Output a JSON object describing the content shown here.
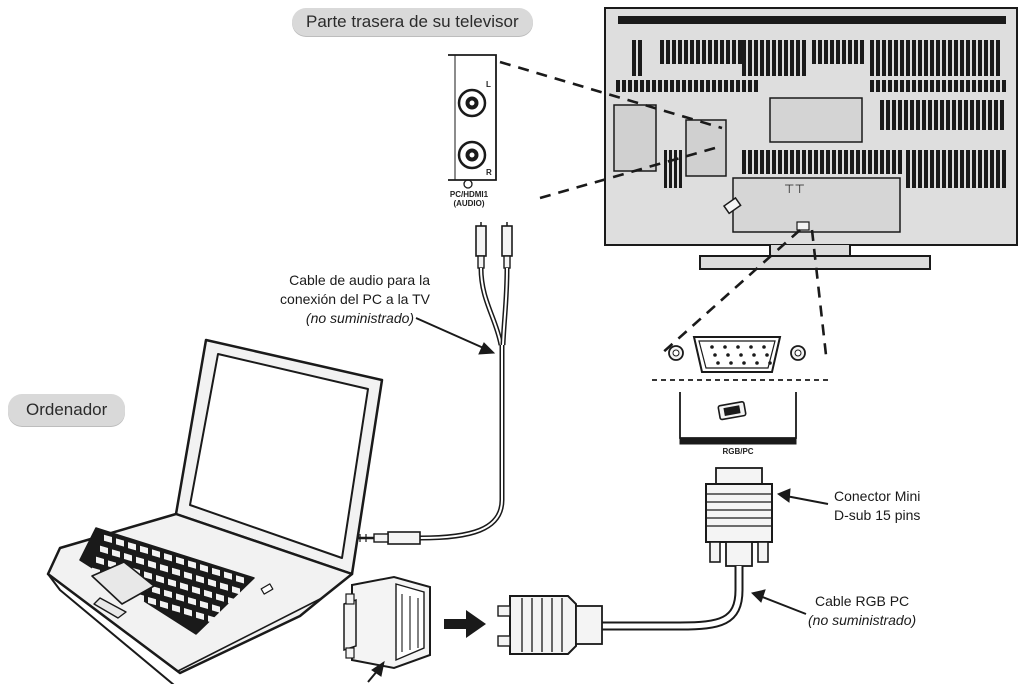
{
  "labels": {
    "tv_back": "Parte trasera de su televisor",
    "computer": "Ordenador"
  },
  "callouts": {
    "audio_cable": {
      "line1": "Cable de audio para la",
      "line2": "conexión del PC a la TV",
      "note": "(no suministrado)"
    },
    "dsub_connector": {
      "line1": "Conector Mini",
      "line2": "D-sub 15 pins"
    },
    "rgb_cable": {
      "line1": "Cable RGB PC",
      "note": "(no suministrado)"
    }
  },
  "panel_marks": {
    "audio_left": "L",
    "audio_right": "R",
    "audio_port_line1": "PC/HDMI1",
    "audio_port_line2": "(AUDIO)",
    "rgb_port": "RGB/PC"
  },
  "colors": {
    "line": "#1a1a1a",
    "tv_body": "#dedede",
    "vent": "#1a1a1a",
    "pill": "#d9d9d9",
    "metal": "#f4f4f4"
  }
}
